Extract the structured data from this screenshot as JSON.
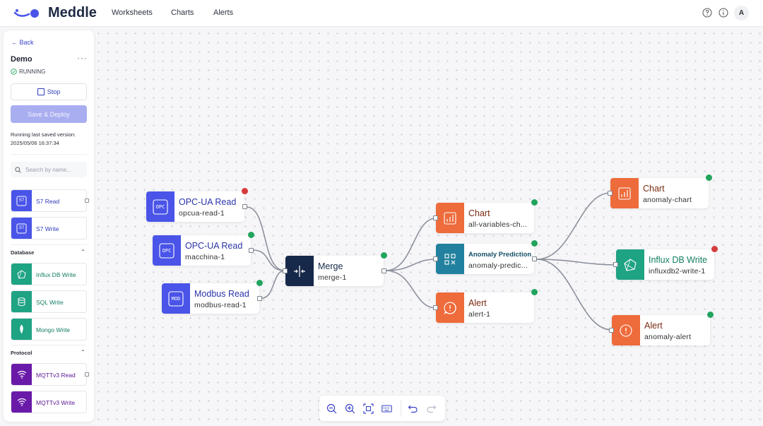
{
  "app": {
    "brand": "Meddle",
    "nav": [
      "Worksheets",
      "Charts",
      "Alerts"
    ],
    "avatar": "A"
  },
  "sidebar": {
    "back_label": "Back",
    "project_name": "Demo",
    "menu_label": "···",
    "status": "RUNNING",
    "stop_label": "Stop",
    "deploy_label": "Save & Deploy",
    "saved_line1": "Running last saved version:",
    "saved_line2": "2025/05/06 16:37:34",
    "search_placeholder": "Search by name...",
    "s7_items": [
      {
        "label": "S7 Read",
        "badge": "S7"
      },
      {
        "label": "S7 Write",
        "badge": "S7"
      }
    ],
    "database_title": "Database",
    "database_items": [
      {
        "label": "Influx DB Write"
      },
      {
        "label": "SQL Write"
      },
      {
        "label": "Mongo Write"
      }
    ],
    "protocol_title": "Protocol",
    "protocol_items": [
      {
        "label": "MQTTv3 Read"
      },
      {
        "label": "MQTTv3 Write"
      }
    ]
  },
  "nodes": {
    "opcua1": {
      "title": "OPC-UA Read",
      "id": "opcua-read-1",
      "badge": "OPC",
      "status": "error"
    },
    "opcua2": {
      "title": "OPC-UA Read",
      "id": "macchina-1",
      "badge": "OPC",
      "status": "ok"
    },
    "modbus": {
      "title": "Modbus Read",
      "id": "modbus-read-1",
      "badge": "MOD",
      "status": "ok"
    },
    "merge": {
      "title": "Merge",
      "id": "merge-1",
      "status": "ok"
    },
    "chart1": {
      "title": "Chart",
      "id": "all-variables-ch...",
      "status": "ok"
    },
    "anomaly": {
      "title": "Anomaly Prediction",
      "id": "anomaly-predic...",
      "status": "ok"
    },
    "alert1": {
      "title": "Alert",
      "id": "alert-1",
      "status": "ok"
    },
    "chart2": {
      "title": "Chart",
      "id": "anomaly-chart",
      "status": "ok"
    },
    "influx": {
      "title": "Influx DB Write",
      "id": "influxdb2-write-1",
      "status": "error"
    },
    "alert2": {
      "title": "Alert",
      "id": "anomaly-alert",
      "status": "ok"
    }
  },
  "colors": {
    "reader": "#4a54e8",
    "merge": "#17294a",
    "chart": "#ee6b3b",
    "anomaly": "#22819e",
    "influx": "#1ea383",
    "mqtt": "#6a1aa8",
    "ok": "#22a45d",
    "error": "#d63b3b",
    "accent": "#3b43c8"
  },
  "toolbar": {
    "icons": [
      "zoom-out-icon",
      "zoom-in-icon",
      "fit-view-icon",
      "keyboard-icon",
      "undo-icon",
      "redo-icon"
    ]
  }
}
